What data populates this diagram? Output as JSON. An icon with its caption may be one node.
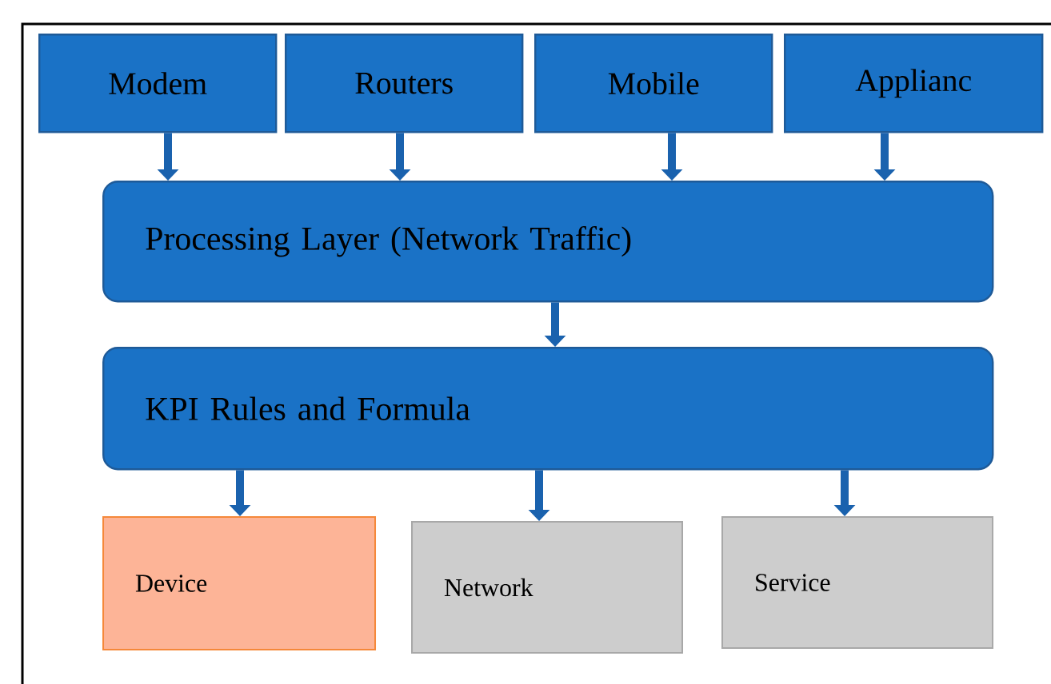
{
  "diagram": {
    "nodes": [
      {
        "text": [
          "Modem"
        ]
      },
      {
        "text": [
          "Routers"
        ]
      },
      {
        "text": [
          "Mobile"
        ]
      },
      {
        "text": [
          "Applianc"
        ]
      },
      {
        "text": [
          "Processing Layer (Network Traffic)"
        ]
      },
      {
        "text": [
          "KPI Rules and Formula"
        ]
      },
      {
        "text": [
          "Device"
        ]
      },
      {
        "text": [
          "Network"
        ]
      },
      {
        "text": [
          "Service"
        ]
      }
    ],
    "edges": [
      {
        "from": 0,
        "to": 4,
        "arrow": "to"
      },
      {
        "from": 1,
        "to": 4,
        "arrow": "to"
      },
      {
        "from": 2,
        "to": 4,
        "arrow": "to"
      },
      {
        "from": 3,
        "to": 4,
        "arrow": "to"
      },
      {
        "from": 4,
        "to": 5,
        "arrow": "to"
      },
      {
        "from": 5,
        "to": 6,
        "arrow": "to"
      },
      {
        "from": 5,
        "to": 7,
        "arrow": "to"
      },
      {
        "from": 5,
        "to": 8,
        "arrow": "to"
      }
    ]
  }
}
